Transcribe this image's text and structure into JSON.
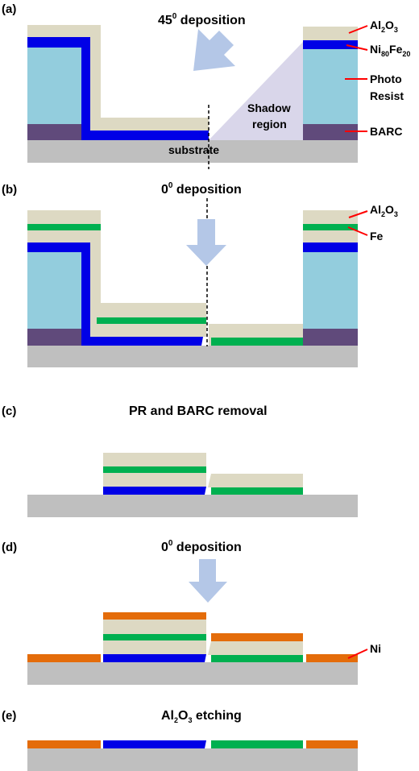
{
  "colors": {
    "alumina": "#ddd9c3",
    "nife": "#0000e6",
    "fe": "#00b050",
    "ni": "#e46c0a",
    "photoresist": "#93cddd",
    "barc": "#604a7b",
    "substrate": "#bfbfbf",
    "shadow": "#d9d6ea",
    "arrow": "#b4c7e7",
    "label_line": "#ff0000"
  },
  "panel_a": {
    "letter": "(a)",
    "title_number": "45",
    "title_superscript": "0",
    "title_rest": " deposition",
    "shadow_line1": "Shadow",
    "shadow_line2": "region",
    "substrate_label": "substrate",
    "labels": {
      "al": "Al",
      "al_sub1": "2",
      "al_o": "O",
      "al_sub2": "3",
      "ni": "Ni",
      "ni_sub": "80",
      "fe": "Fe",
      "fe_sub": "20",
      "photo": "Photo",
      "resist": "Resist",
      "barc": "BARC"
    }
  },
  "panel_b": {
    "letter": "(b)",
    "title_number": "0",
    "title_superscript": "0",
    "title_rest": " deposition",
    "labels": {
      "al": "Al",
      "al_sub1": "2",
      "al_o": "O",
      "al_sub2": "3",
      "fe": "Fe"
    }
  },
  "panel_c": {
    "letter": "(c)",
    "title": "PR and BARC removal"
  },
  "panel_d": {
    "letter": "(d)",
    "title_number": "0",
    "title_superscript": "0",
    "title_rest": " deposition",
    "ni_label": "Ni"
  },
  "panel_e": {
    "letter": "(e)",
    "title_al": "Al",
    "title_sub1": "2",
    "title_o": "O",
    "title_sub2": "3",
    "title_rest": " etching"
  }
}
